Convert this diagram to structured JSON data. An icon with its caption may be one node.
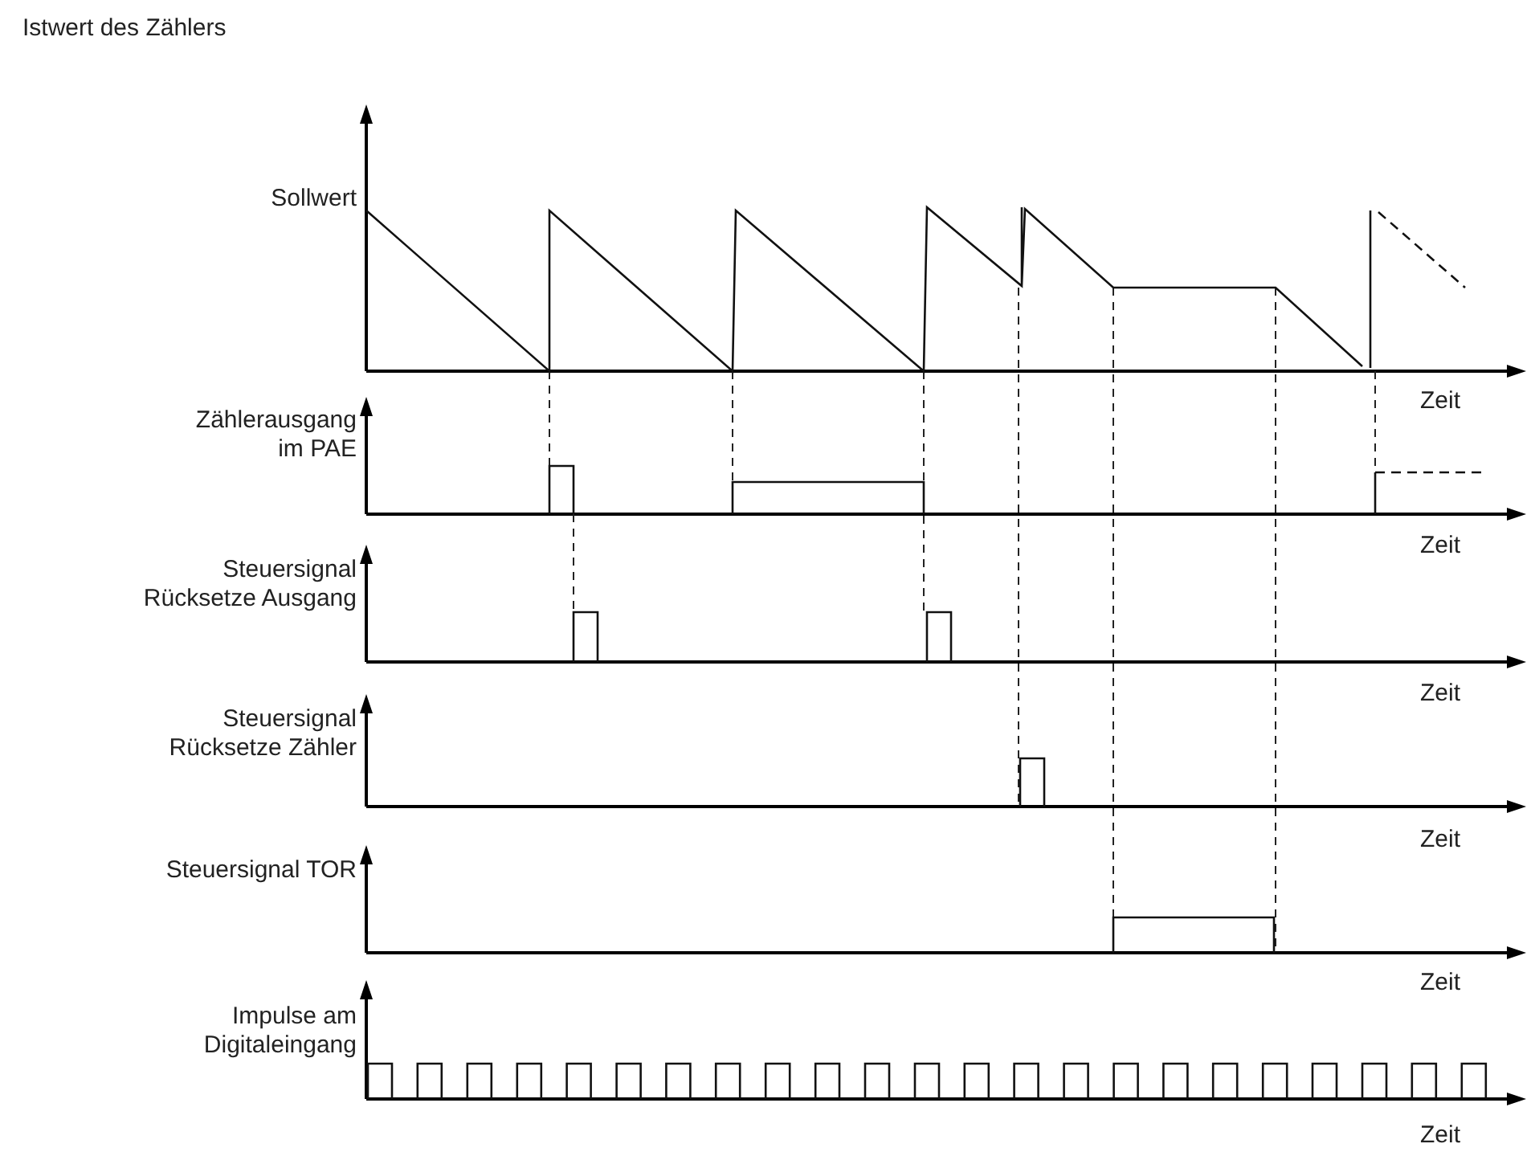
{
  "diagram": {
    "labels": [
      "Istwert des Zählers",
      "Sollwert",
      "Zeit",
      "Zählerausgang im PAE",
      "Zeit",
      "Steuersignal Rücksetze Ausgang",
      "Zeit",
      "Steuersignal Rücksetze Zähler",
      "Zeit",
      "Steuersignal TOR",
      "Zeit",
      "Impulse am Digitaleingang",
      "Zeit"
    ]
  }
}
